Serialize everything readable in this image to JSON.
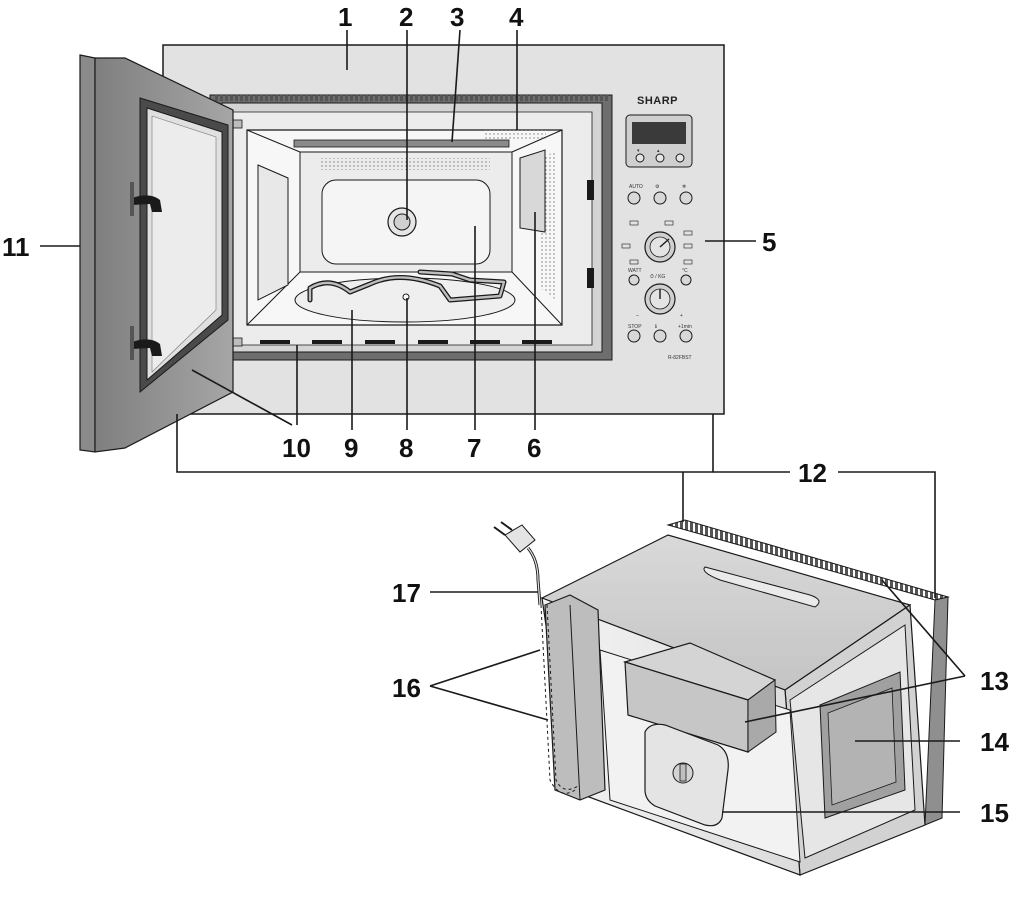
{
  "brand": "SHARP",
  "model": "R-82FBST",
  "panel": {
    "auto_label": "AUTO",
    "watt_label": "WATT",
    "kg_label": "⏱ / KG",
    "celsius_label": "°C",
    "stop_label": "STOP",
    "plus30_label": "+1min",
    "minus_sign": "–",
    "plus_sign": "+"
  },
  "callouts": [
    "1",
    "2",
    "3",
    "4",
    "5",
    "6",
    "7",
    "8",
    "9",
    "10",
    "11",
    "12",
    "13",
    "14",
    "15",
    "16",
    "17"
  ],
  "colors": {
    "outline": "#1a1a1a",
    "panel_light": "#e6e6e6",
    "panel_mid": "#c9c9c9",
    "panel_dark": "#8c8c8c",
    "trim": "#9a9a9a",
    "display": "#3a3a3a"
  }
}
